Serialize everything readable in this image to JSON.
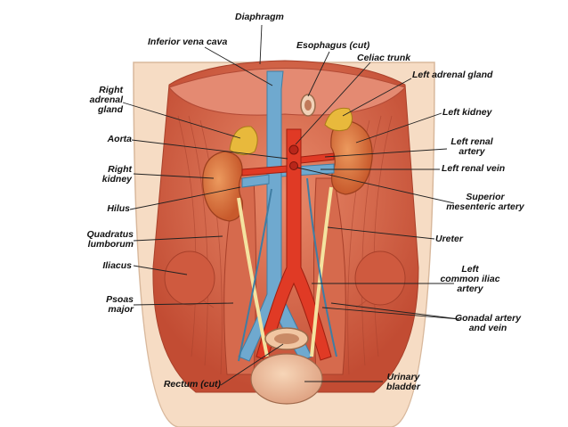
{
  "labels": {
    "diaphragm": "Diaphragm",
    "inferior_vena_cava": "Inferior vena cava",
    "esophagus": "Esophagus (cut)",
    "celiac_trunk": "Celiac trunk",
    "left_adrenal_gland": "Left adrenal gland",
    "right_adrenal_gland": "Right\nadrenal\ngland",
    "left_kidney": "Left kidney",
    "aorta": "Aorta",
    "left_renal_artery": "Left renal\nartery",
    "left_renal_vein": "Left renal vein",
    "right_kidney": "Right\nkidney",
    "superior_mesenteric_artery": "Superior\nmesenteric artery",
    "hilus": "Hilus",
    "quadratus_lumborum": "Quadratus\nlumborum",
    "ureter": "Ureter",
    "iliacus": "Iliacus",
    "left_common_iliac_artery": "Left\ncommon iliac\nartery",
    "psoas_major": "Psoas\nmajor",
    "gonadal_artery_vein": "Gonadal artery\nand vein",
    "rectum": "Rectum (cut)",
    "urinary_bladder": "Urinary\nbladder"
  },
  "colors": {
    "muscle": "#d9654a",
    "muscle_dark": "#b8432e",
    "skin": "#f6dcc4",
    "kidney": "#d9743f",
    "adrenal": "#e8b93c",
    "artery": "#e03a25",
    "vein": "#6fa9cf",
    "ureter": "#f4e3a0",
    "leader": "#222222"
  }
}
